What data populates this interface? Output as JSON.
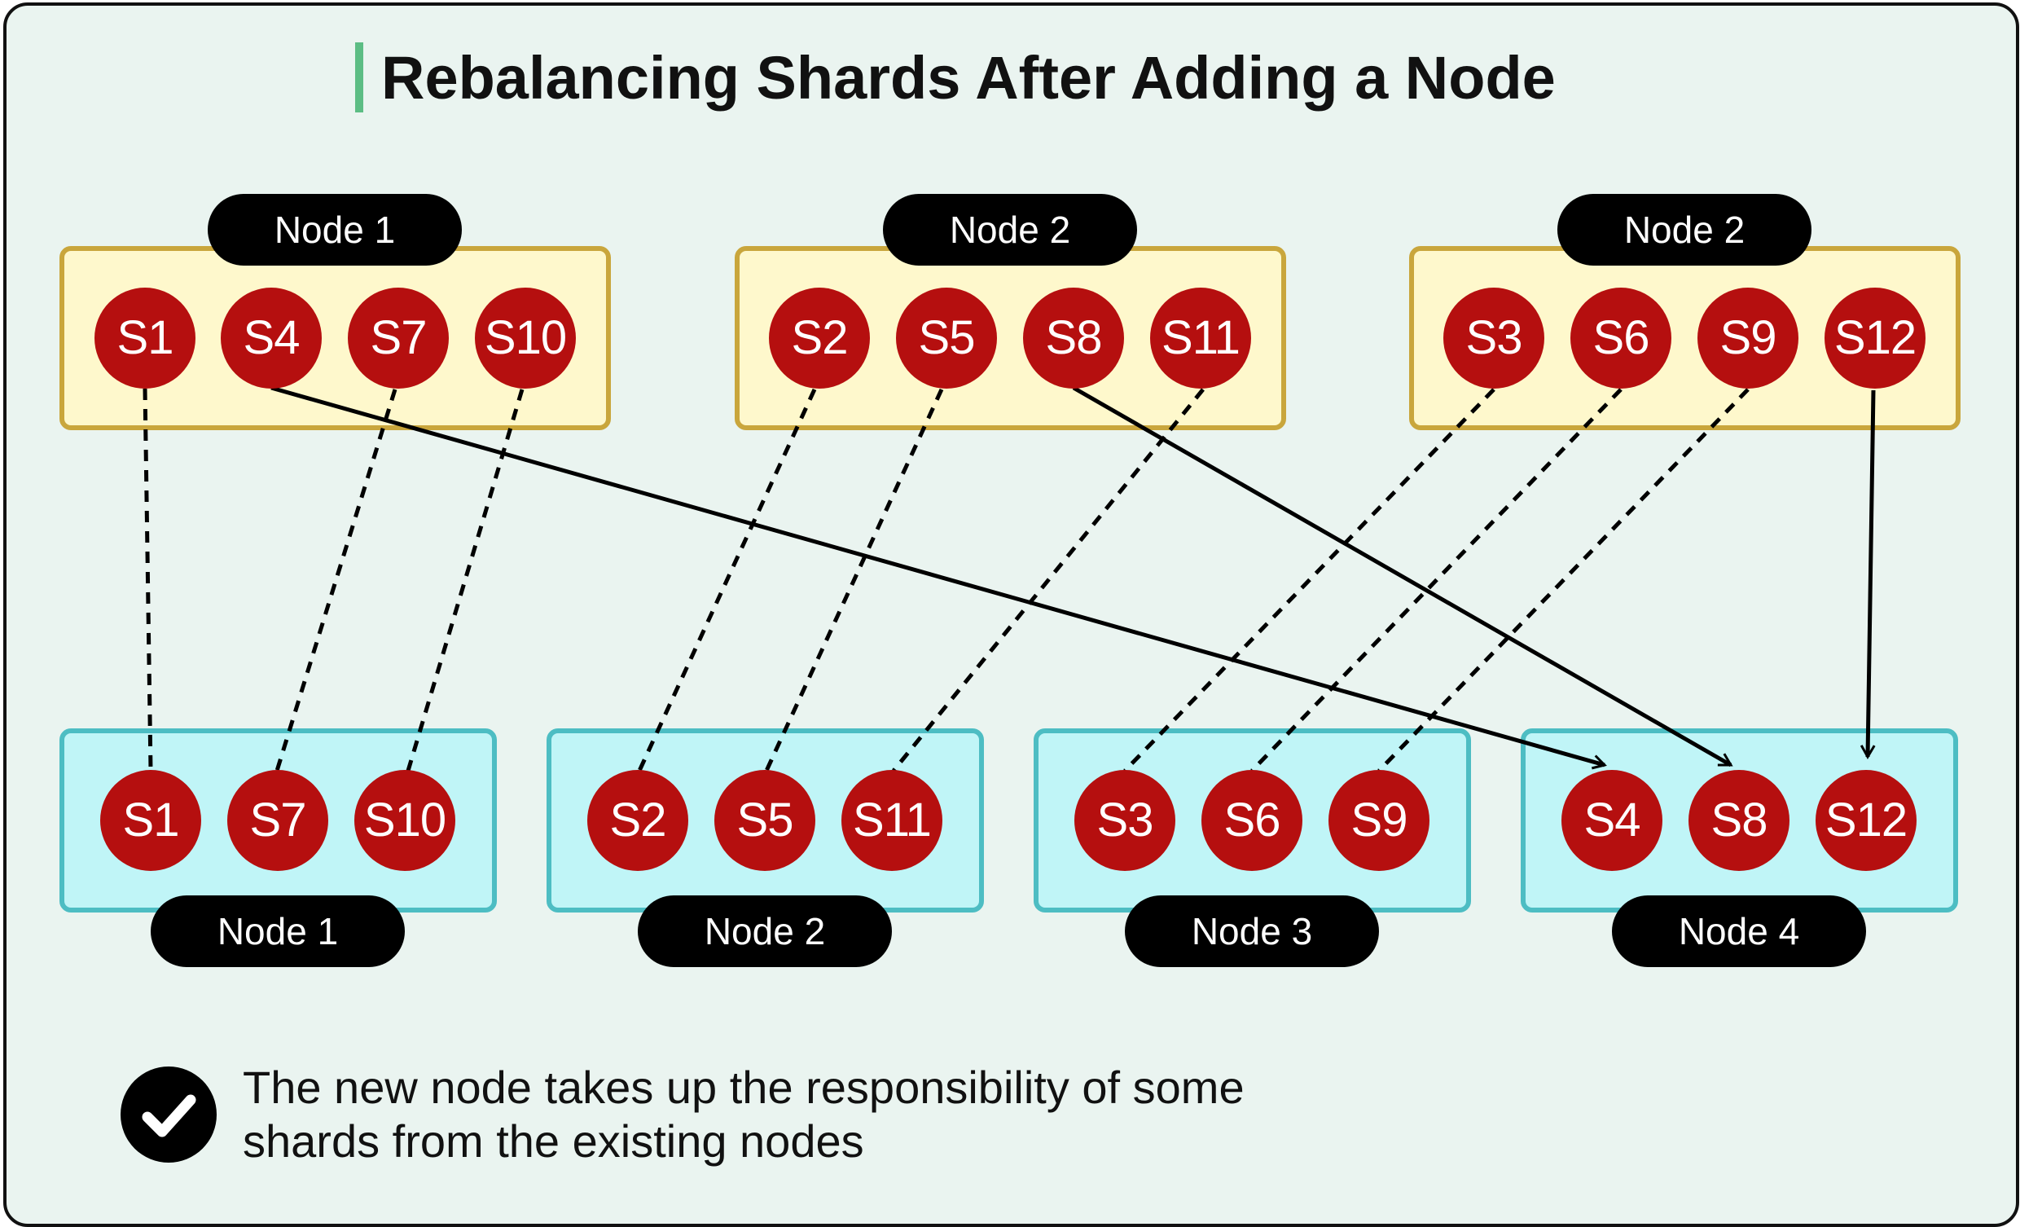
{
  "title": "Rebalancing Shards After Adding a Node",
  "colors": {
    "title_accent": "#5cbd84",
    "old_node_fill": "#fef8cc",
    "old_node_border": "#c9a63c",
    "new_node_fill": "#c0f5f7",
    "new_node_border": "#4dbdc3",
    "shard_fill": "#b50f0f",
    "label_fill": "#000000"
  },
  "before": [
    {
      "label": "Node 1",
      "shards": [
        "S1",
        "S4",
        "S7",
        "S10"
      ]
    },
    {
      "label": "Node 2",
      "shards": [
        "S2",
        "S5",
        "S8",
        "S11"
      ]
    },
    {
      "label": "Node 2",
      "shards": [
        "S3",
        "S6",
        "S9",
        "S12"
      ]
    }
  ],
  "after": [
    {
      "label": "Node 1",
      "shards": [
        "S1",
        "S7",
        "S10"
      ]
    },
    {
      "label": "Node 2",
      "shards": [
        "S2",
        "S5",
        "S11"
      ]
    },
    {
      "label": "Node 3",
      "shards": [
        "S3",
        "S6",
        "S9"
      ]
    },
    {
      "label": "Node 4",
      "shards": [
        "S4",
        "S8",
        "S12"
      ]
    }
  ],
  "links": [
    {
      "shard": "S1",
      "style": "dashed"
    },
    {
      "shard": "S7",
      "style": "dashed"
    },
    {
      "shard": "S10",
      "style": "dashed"
    },
    {
      "shard": "S2",
      "style": "dashed"
    },
    {
      "shard": "S5",
      "style": "dashed"
    },
    {
      "shard": "S11",
      "style": "dashed"
    },
    {
      "shard": "S3",
      "style": "dashed"
    },
    {
      "shard": "S6",
      "style": "dashed"
    },
    {
      "shard": "S9",
      "style": "dashed"
    },
    {
      "shard": "S4",
      "style": "arrow"
    },
    {
      "shard": "S8",
      "style": "arrow"
    },
    {
      "shard": "S12",
      "style": "arrow"
    }
  ],
  "note": {
    "icon": "check-circle-icon",
    "line1": "The new node takes up the responsibility of some",
    "line2": "shards from the existing nodes"
  }
}
